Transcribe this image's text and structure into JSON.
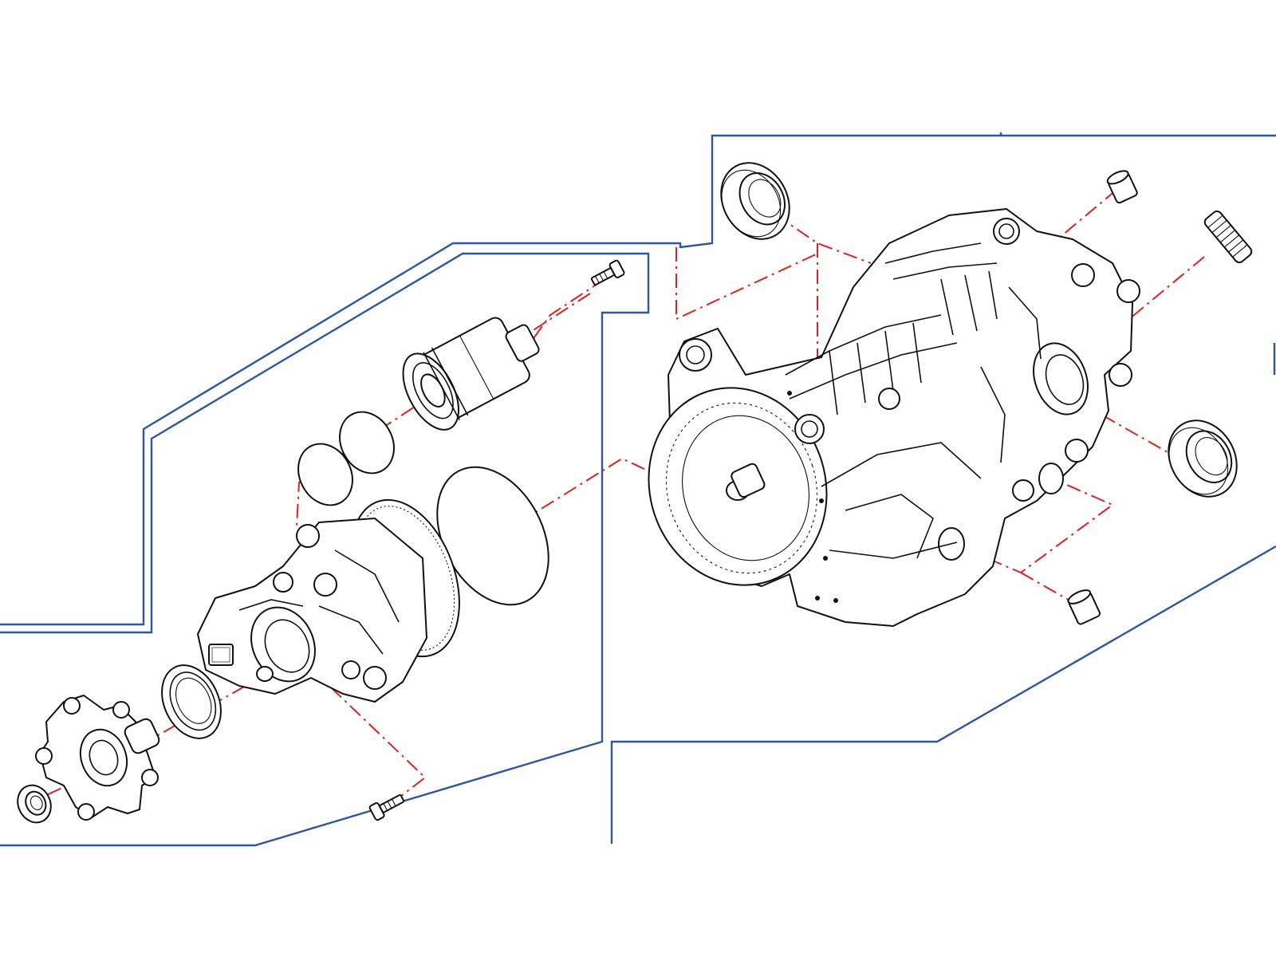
{
  "colors": {
    "background": "#ffffff",
    "frame": "#2f55a4",
    "leader": "#e02020",
    "linework": "#111111"
  },
  "parts": [
    {
      "id": "axle-seal-top",
      "icon": "seal-ring-icon"
    },
    {
      "id": "dowel-sleeve-top",
      "icon": "dowel-sleeve-icon"
    },
    {
      "id": "stud",
      "icon": "threaded-stud-icon"
    },
    {
      "id": "axle-seal-right",
      "icon": "seal-ring-icon"
    },
    {
      "id": "dowel-sleeve-bottom",
      "icon": "dowel-sleeve-icon"
    },
    {
      "id": "differential-housing",
      "icon": "differential-housing-icon"
    },
    {
      "id": "bolt-top",
      "icon": "bolt-icon"
    },
    {
      "id": "actuator-motor",
      "icon": "actuator-motor-icon"
    },
    {
      "id": "o-ring-small-a",
      "icon": "o-ring-icon"
    },
    {
      "id": "o-ring-small-b",
      "icon": "o-ring-icon"
    },
    {
      "id": "o-ring-large",
      "icon": "o-ring-icon"
    },
    {
      "id": "clutch-housing",
      "icon": "clutch-housing-icon"
    },
    {
      "id": "shaft-seal",
      "icon": "seal-ring-icon"
    },
    {
      "id": "drive-flange",
      "icon": "drive-flange-icon"
    },
    {
      "id": "nut",
      "icon": "nut-icon"
    },
    {
      "id": "bolt-bottom",
      "icon": "bolt-icon"
    }
  ]
}
